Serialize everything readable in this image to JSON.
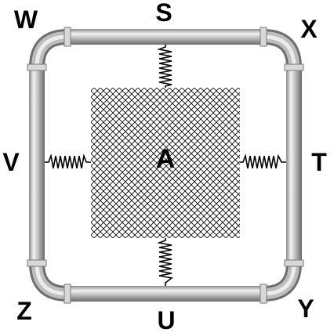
{
  "labels": {
    "center": "A",
    "top": "S",
    "bottom": "U",
    "left": "V",
    "right": "T",
    "top_left": "W",
    "top_right": "X",
    "bottom_left": "Z",
    "bottom_right": "Y"
  },
  "colors": {
    "pipe_light": "#eeeeee",
    "pipe_mid": "#b4b4b4",
    "pipe_dark": "#6e6e6e",
    "mesh": "#000000",
    "spring": "#000000",
    "text": "#000000"
  }
}
